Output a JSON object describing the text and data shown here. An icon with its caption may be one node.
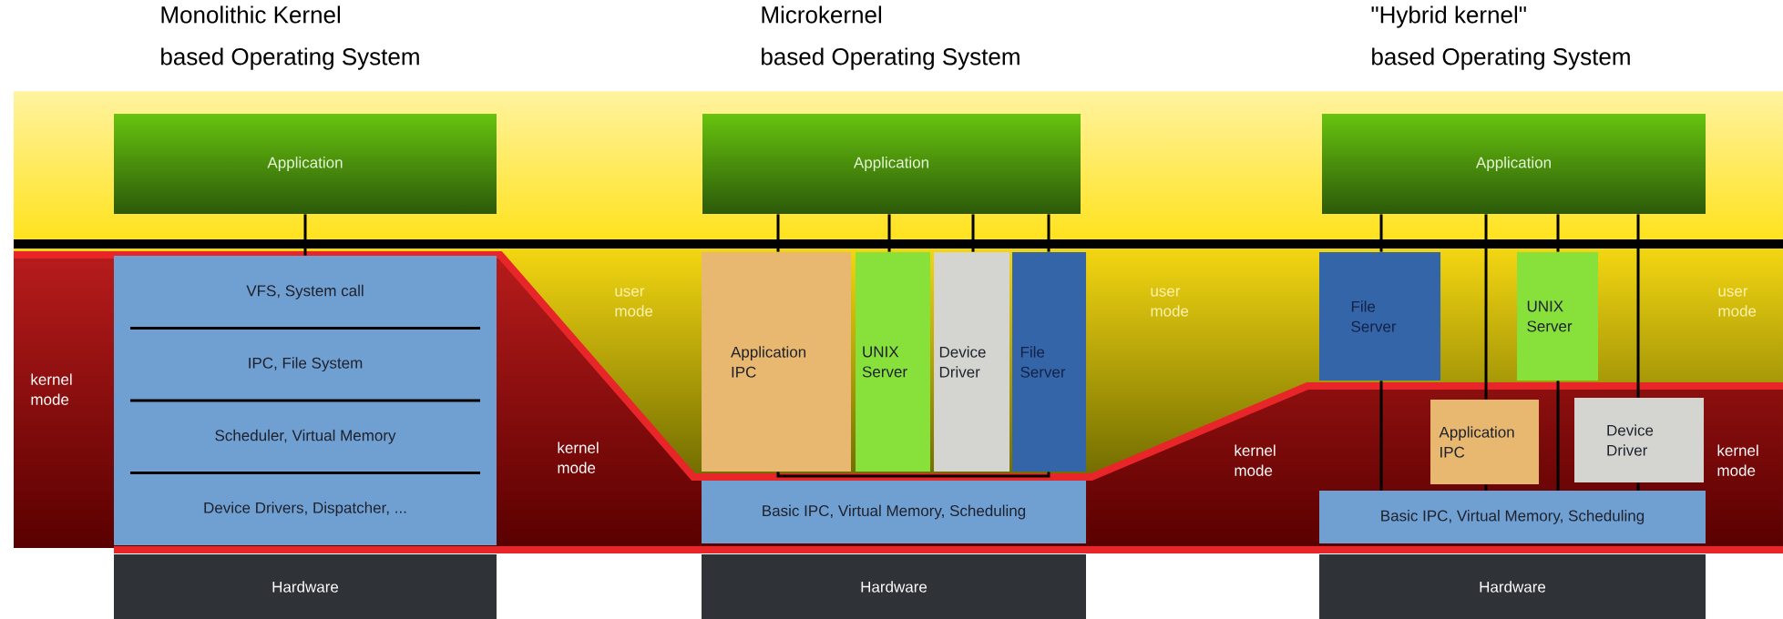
{
  "diagram": {
    "nodes": [
      {
        "text": [
          "Application"
        ]
      },
      {
        "text": [
          "VFS, System call",
          "IPC, File System",
          "Scheduler, Virtual Memory",
          "Device Drivers, Dispatcher, ..."
        ]
      },
      {
        "text": [
          "Hardware"
        ]
      },
      {
        "text": [
          "Application"
        ]
      },
      {
        "text": [
          "Application IPC"
        ]
      },
      {
        "text": [
          "UNIX Server"
        ]
      },
      {
        "text": [
          "Device Driver"
        ]
      },
      {
        "text": [
          "File Server"
        ]
      },
      {
        "text": [
          "Basic IPC, Virtual Memory, Scheduling"
        ]
      },
      {
        "text": [
          "Hardware"
        ]
      },
      {
        "text": [
          "Application"
        ]
      },
      {
        "text": [
          "File Server"
        ]
      },
      {
        "text": [
          "UNIX Server"
        ]
      },
      {
        "text": [
          "Application IPC"
        ]
      },
      {
        "text": [
          "Device Driver"
        ]
      },
      {
        "text": [
          "Basic IPC, Virtual Memory, Scheduling"
        ]
      },
      {
        "text": [
          "Hardware"
        ]
      }
    ],
    "edges": [
      {
        "from": 0,
        "to": 1,
        "arrow": "none"
      },
      {
        "from": 3,
        "to": 4,
        "arrow": "none"
      },
      {
        "from": 3,
        "to": 5,
        "arrow": "none"
      },
      {
        "from": 3,
        "to": 6,
        "arrow": "none"
      },
      {
        "from": 3,
        "to": 7,
        "arrow": "none"
      },
      {
        "from": 4,
        "to": 7,
        "arrow": "none"
      },
      {
        "from": 10,
        "to": 11,
        "arrow": "none"
      },
      {
        "from": 10,
        "to": 13,
        "arrow": "none"
      },
      {
        "from": 10,
        "to": 12,
        "arrow": "none"
      },
      {
        "from": 10,
        "to": 14,
        "arrow": "none"
      },
      {
        "from": 11,
        "to": 15,
        "arrow": "none"
      },
      {
        "from": 13,
        "to": 15,
        "arrow": "none"
      },
      {
        "from": 12,
        "to": 15,
        "arrow": "none"
      },
      {
        "from": 14,
        "to": 15,
        "arrow": "none"
      }
    ],
    "labels": [
      "Monolithic Kernel",
      "Microkernel",
      "\"Hybrid kernel\"",
      "based Operating System",
      "based Operating System",
      "based Operating System",
      "user mode",
      "user mode",
      "user mode",
      "kernel mode",
      "kernel mode",
      "kernel mode",
      "kernel mode"
    ]
  }
}
